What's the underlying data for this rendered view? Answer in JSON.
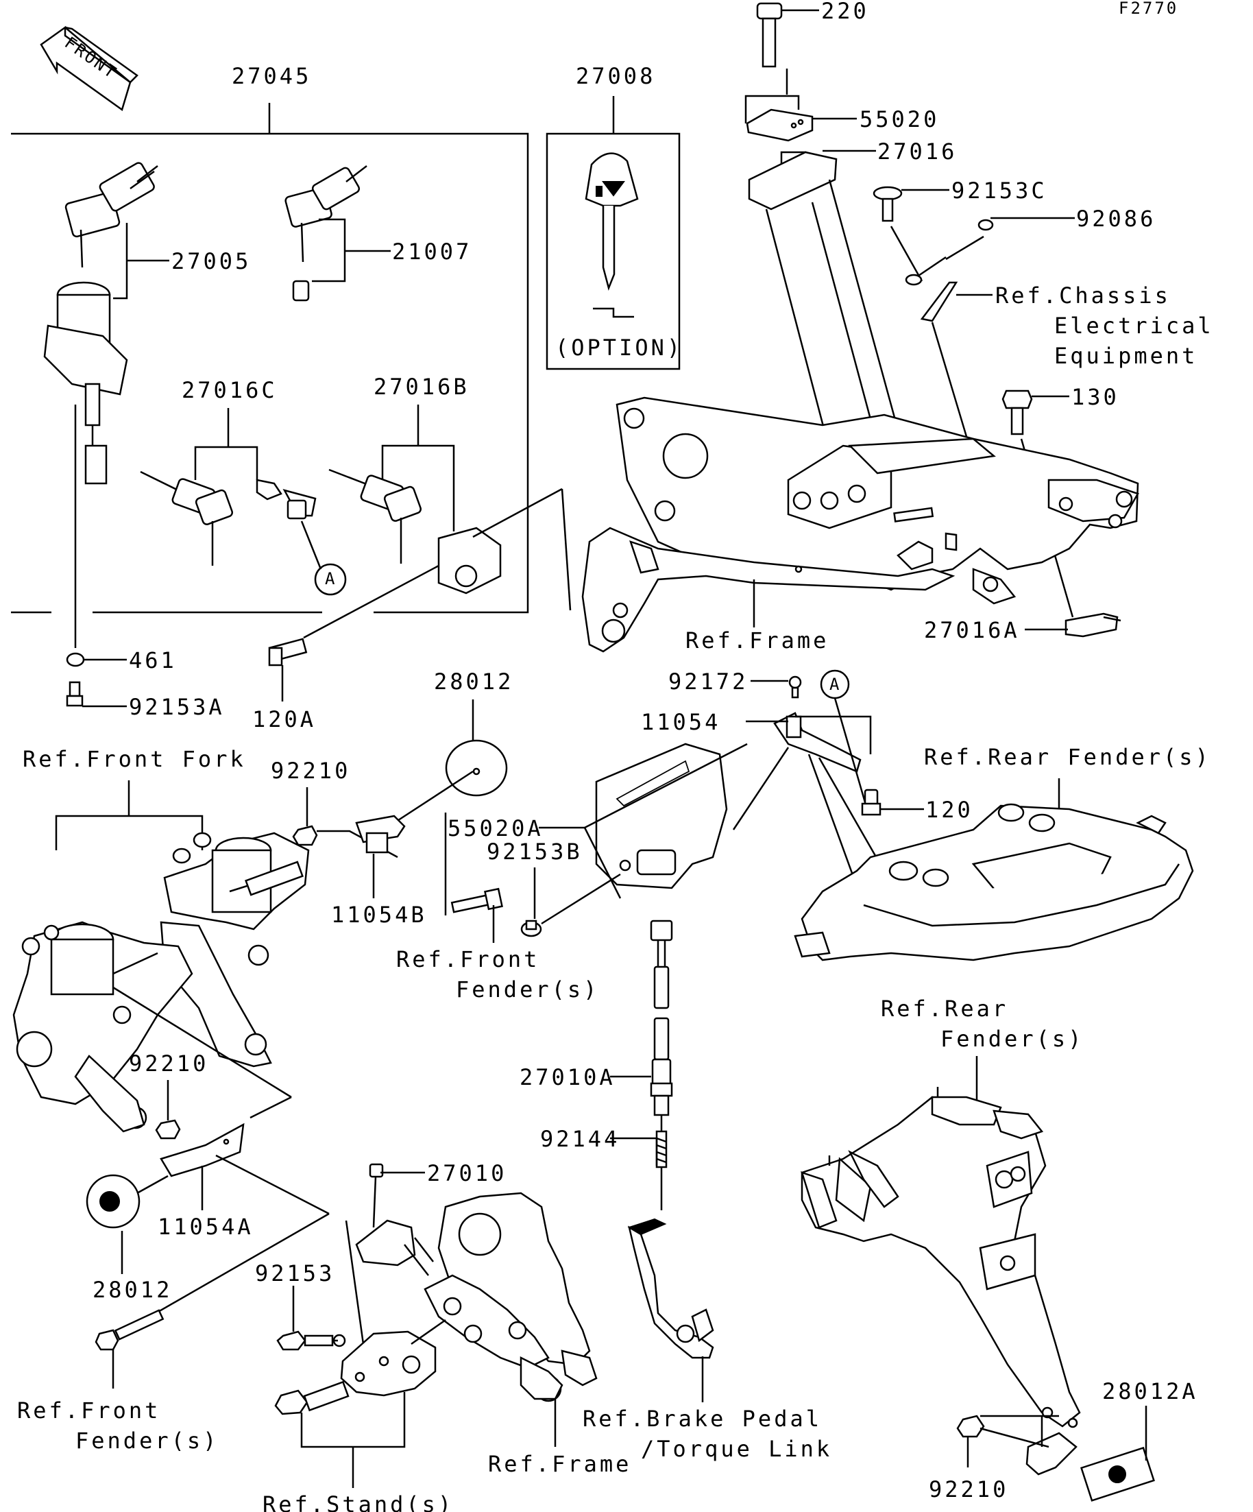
{
  "figure_code": "F2770",
  "front_arrow_label": "FRONT",
  "option_label": "(OPTION)",
  "callout_letter": "A",
  "parts": {
    "p220": "220",
    "p55020": "55020",
    "p27016": "27016",
    "p92153C": "92153C",
    "p92086": "92086",
    "p130": "130",
    "p27016A": "27016A",
    "p27045": "27045",
    "p27008": "27008",
    "p27005": "27005",
    "p21007": "21007",
    "p27016C": "27016C",
    "p27016B": "27016B",
    "p461": "461",
    "p92153A": "92153A",
    "p120A": "120A",
    "p28012_top": "28012",
    "p92172": "92172",
    "p11054": "11054",
    "p120": "120",
    "p92210_top": "92210",
    "p55020A": "55020A",
    "p92153B": "92153B",
    "p11054B": "11054B",
    "p27010A": "27010A",
    "p92144": "92144",
    "p92210_mid": "92210",
    "p11054A": "11054A",
    "p28012_bottom": "28012",
    "p27010": "27010",
    "p92153": "92153",
    "p28012A": "28012A",
    "p92210_bottom": "92210"
  },
  "references": {
    "chassis_line1": "Ref.Chassis",
    "chassis_line2": "Electrical",
    "chassis_line3": "Equipment",
    "frame_top": "Ref.Frame",
    "front_fork": "Ref.Front Fork",
    "rear_fender_top": "Ref.Rear Fender(s)",
    "front_fender_mid_line1": "Ref.Front",
    "front_fender_mid_line2": "Fender(s)",
    "rear_fender_bottom_line1": "Ref.Rear",
    "rear_fender_bottom_line2": "Fender(s)",
    "front_fender_bottom_line1": "Ref.Front",
    "front_fender_bottom_line2": "Fender(s)",
    "frame_bottom": "Ref.Frame",
    "brake_pedal_line1": "Ref.Brake Pedal",
    "brake_pedal_line2": "/Torque Link",
    "stand": "Ref.Stand(s)"
  }
}
